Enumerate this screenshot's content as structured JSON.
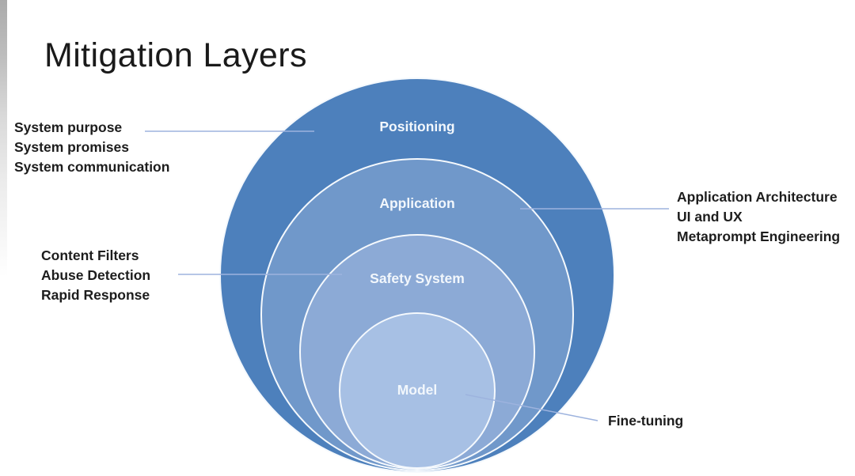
{
  "title": "Mitigation Layers",
  "diagram": {
    "type": "nested-circles",
    "layers": [
      {
        "label": "Positioning",
        "color": "#4d80bc"
      },
      {
        "label": "Application",
        "color": "#7098ca"
      },
      {
        "label": "Safety System",
        "color": "#8caad6"
      },
      {
        "label": "Model",
        "color": "#a7c0e4"
      }
    ],
    "circle_border_color": "#f5f9fd",
    "connector_color": "#9db3de",
    "label_text_color": "#f2f7fc"
  },
  "annotations": {
    "positioning": [
      "System purpose",
      "System promises",
      "System communication"
    ],
    "application": [
      "Application Architecture",
      "UI and UX",
      "Metaprompt Engineering"
    ],
    "safety_system": [
      "Content Filters",
      "Abuse Detection",
      "Rapid Response"
    ],
    "model": [
      "Fine-tuning"
    ]
  }
}
